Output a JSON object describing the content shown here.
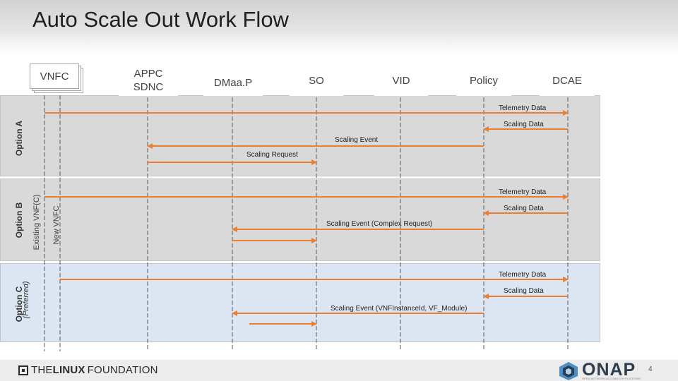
{
  "slide": {
    "title": "Auto Scale Out Work Flow",
    "page_number": "4"
  },
  "actors": {
    "vnfc": "VNFC",
    "appc": "APPC\nSDNC",
    "dmaap": "DMaa.P",
    "so": "SO",
    "vid": "VID",
    "policy": "Policy",
    "dcae": "DCAE"
  },
  "lanes": {
    "a": {
      "label": "Option A"
    },
    "b": {
      "label": "Option B",
      "existing_label": "Existing VNF(C)",
      "new_label": "New VNFC"
    },
    "c": {
      "label": "Option C",
      "sublabel": "(Preferred)"
    }
  },
  "messages": {
    "a": {
      "telemetry": "Telemetry Data",
      "scaling_data": "Scaling Data",
      "scaling_event": "Scaling Event",
      "scaling_request": "Scaling Request"
    },
    "b": {
      "telemetry": "Telemetry Data",
      "scaling_data": "Scaling Data",
      "scaling_event": "Scaling Event (Complex Request)"
    },
    "c": {
      "telemetry": "Telemetry Data",
      "scaling_data": "Scaling Data",
      "scaling_event": "Scaling Event (VNFInstanceId, VF_Module)"
    }
  },
  "footer": {
    "linux_foundation_prefix": "THE",
    "linux_foundation_bold": "LINUX",
    "linux_foundation_suffix": "FOUNDATION",
    "onap_logo": "ONAP",
    "onap_tagline": "OPEN NETWORK AUTOMATION PLATFORM"
  },
  "colors": {
    "arrow": "#ed7d31",
    "lifeline": "#5a5a5a",
    "lane_gray": "#d9d9d9",
    "lane_blue": "#dce6f2"
  }
}
